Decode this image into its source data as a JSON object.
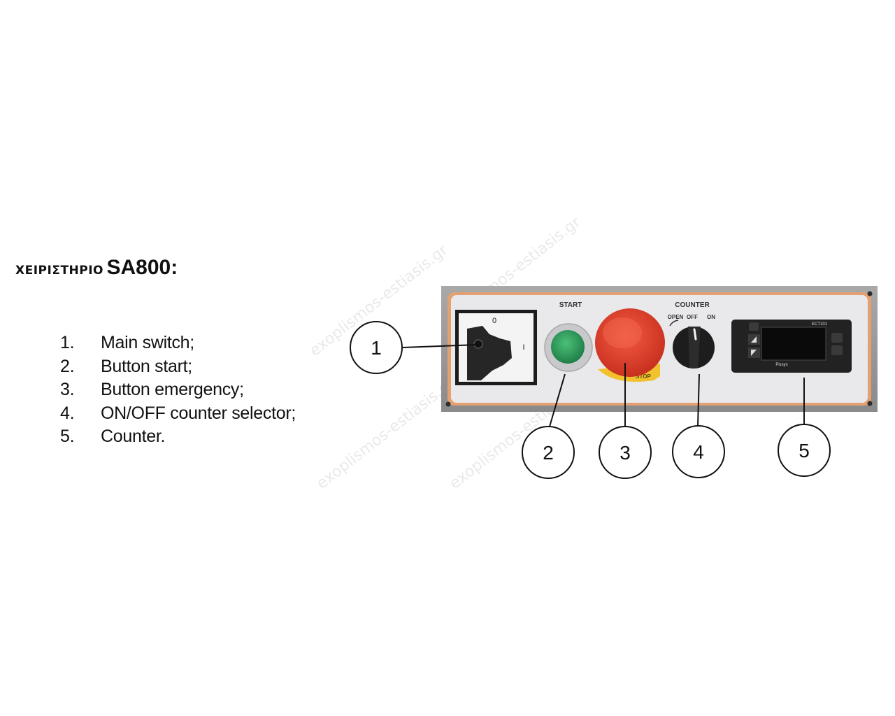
{
  "header": {
    "greek": "ΧΕΙΡΙΣΤΗΡΙΟ",
    "model": "SA800:"
  },
  "legend": [
    {
      "number": "1.",
      "text": "Main switch;"
    },
    {
      "number": "2.",
      "text": "Button start;"
    },
    {
      "number": "3.",
      "text": "Button emergency;"
    },
    {
      "number": "4.",
      "text": "ON/OFF counter selector;"
    },
    {
      "number": "5.",
      "text": "Counter."
    }
  ],
  "panel": {
    "start_label": "START",
    "counter_label": "COUNTER",
    "selector_positions": [
      "OPEN",
      "OFF",
      "ON"
    ],
    "switch_marks": [
      "0",
      "I"
    ],
    "emergency_ring_text": "STOP",
    "counter_model": "ECT101",
    "counter_brand": "Pixsys",
    "callouts": [
      "1",
      "2",
      "3",
      "4",
      "5"
    ],
    "colors": {
      "start_green": "#2a9a5a",
      "emergency_red": "#e8402c",
      "ring_yellow": "#f2c12e",
      "panel_gray": "#e9e9eb",
      "frame_gray": "#9a9a9a",
      "gasket_orange": "#d9773a"
    }
  },
  "watermark": "exoplismos-estiasis.gr"
}
